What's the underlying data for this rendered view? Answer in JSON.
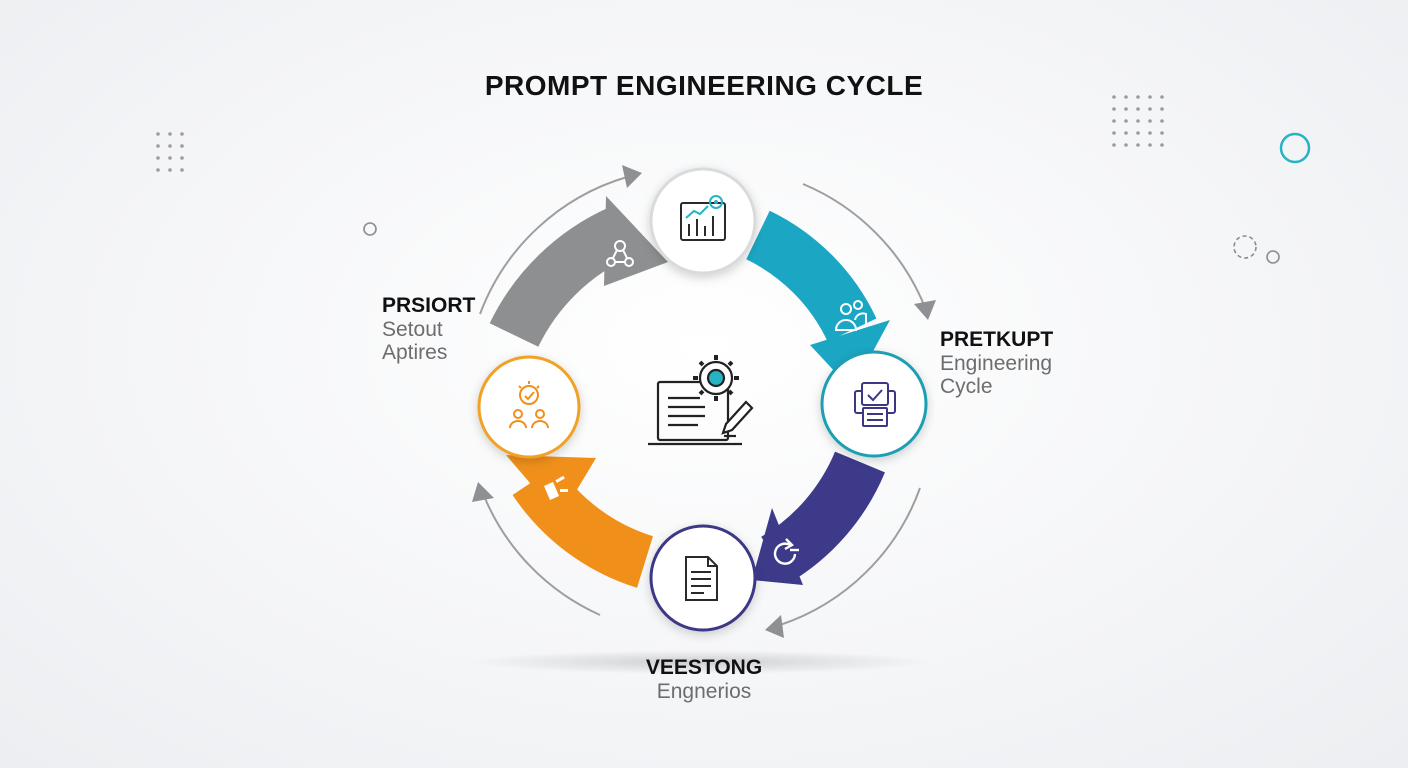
{
  "title": "PROMPT ENGINEERING CYCLE",
  "labels": {
    "left": {
      "head": "PRSIORT",
      "line1": "Setout",
      "line2": "Aptires"
    },
    "right": {
      "head": "PRETKUPT",
      "line1": "Engineering",
      "line2": "Cycle"
    },
    "bottom": {
      "head": "VEESTONG",
      "line1": "Engnerios"
    }
  },
  "colors": {
    "segment_gray": "#8e8f91",
    "segment_teal": "#1ba7c4",
    "segment_indigo": "#3d3a8a",
    "segment_orange": "#f0901a",
    "node_top": "#7a7b7d",
    "node_right": "#1e9fb2",
    "node_bottom": "#3b3785",
    "node_left": "#f0a126",
    "accent_teal": "#26b3c4"
  },
  "icons": {
    "center": "document-gear-pen-icon",
    "top": "bar-chart-target-icon",
    "right": "clipboard-check-icon",
    "bottom": "document-lines-icon",
    "left": "team-settings-icon",
    "seg_gray": "network-nodes-icon",
    "seg_teal": "users-icon",
    "seg_indigo": "refresh-icon",
    "seg_orange": "click-icon"
  }
}
